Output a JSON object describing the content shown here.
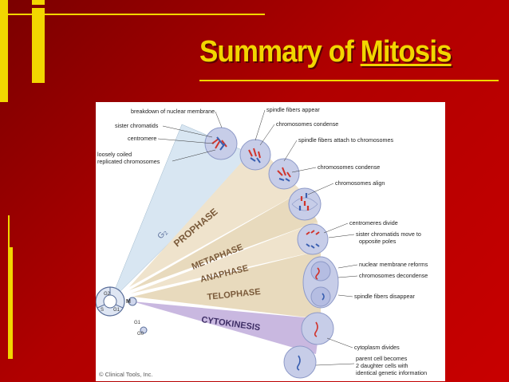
{
  "slide": {
    "title_part1": "Summary of ",
    "title_part2": "Mitosis",
    "colors": {
      "background": "#b00000",
      "accent": "#f2d600"
    }
  },
  "diagram": {
    "phases": [
      "PROPHASE",
      "METAPHASE",
      "ANAPHASE",
      "TELOPHASE",
      "CYTOKINESIS"
    ],
    "cycle_labels": [
      "G2",
      "G1",
      "S",
      "M",
      "G1",
      "G0"
    ],
    "labels_left": [
      "breakdown of nuclear membrane",
      "sister chromatids",
      "centromere",
      "loosely coiled",
      "replicated chromosomes"
    ],
    "labels_right": [
      "spindle fibers appear",
      "chromosomes condense",
      "spindle fibers attach to chromosomes",
      "chromosomes condense",
      "chromosomes align",
      "centromeres divide",
      "sister chromatids move to",
      "opposite poles",
      "nuclear membrane reforms",
      "chromosomes decondense",
      "spindle fibers disappear",
      "cytoplasm divides",
      "parent cell becomes",
      "2 daughter cells with",
      "identical genetic information"
    ],
    "copyright": "© Clinical Tools, Inc."
  }
}
